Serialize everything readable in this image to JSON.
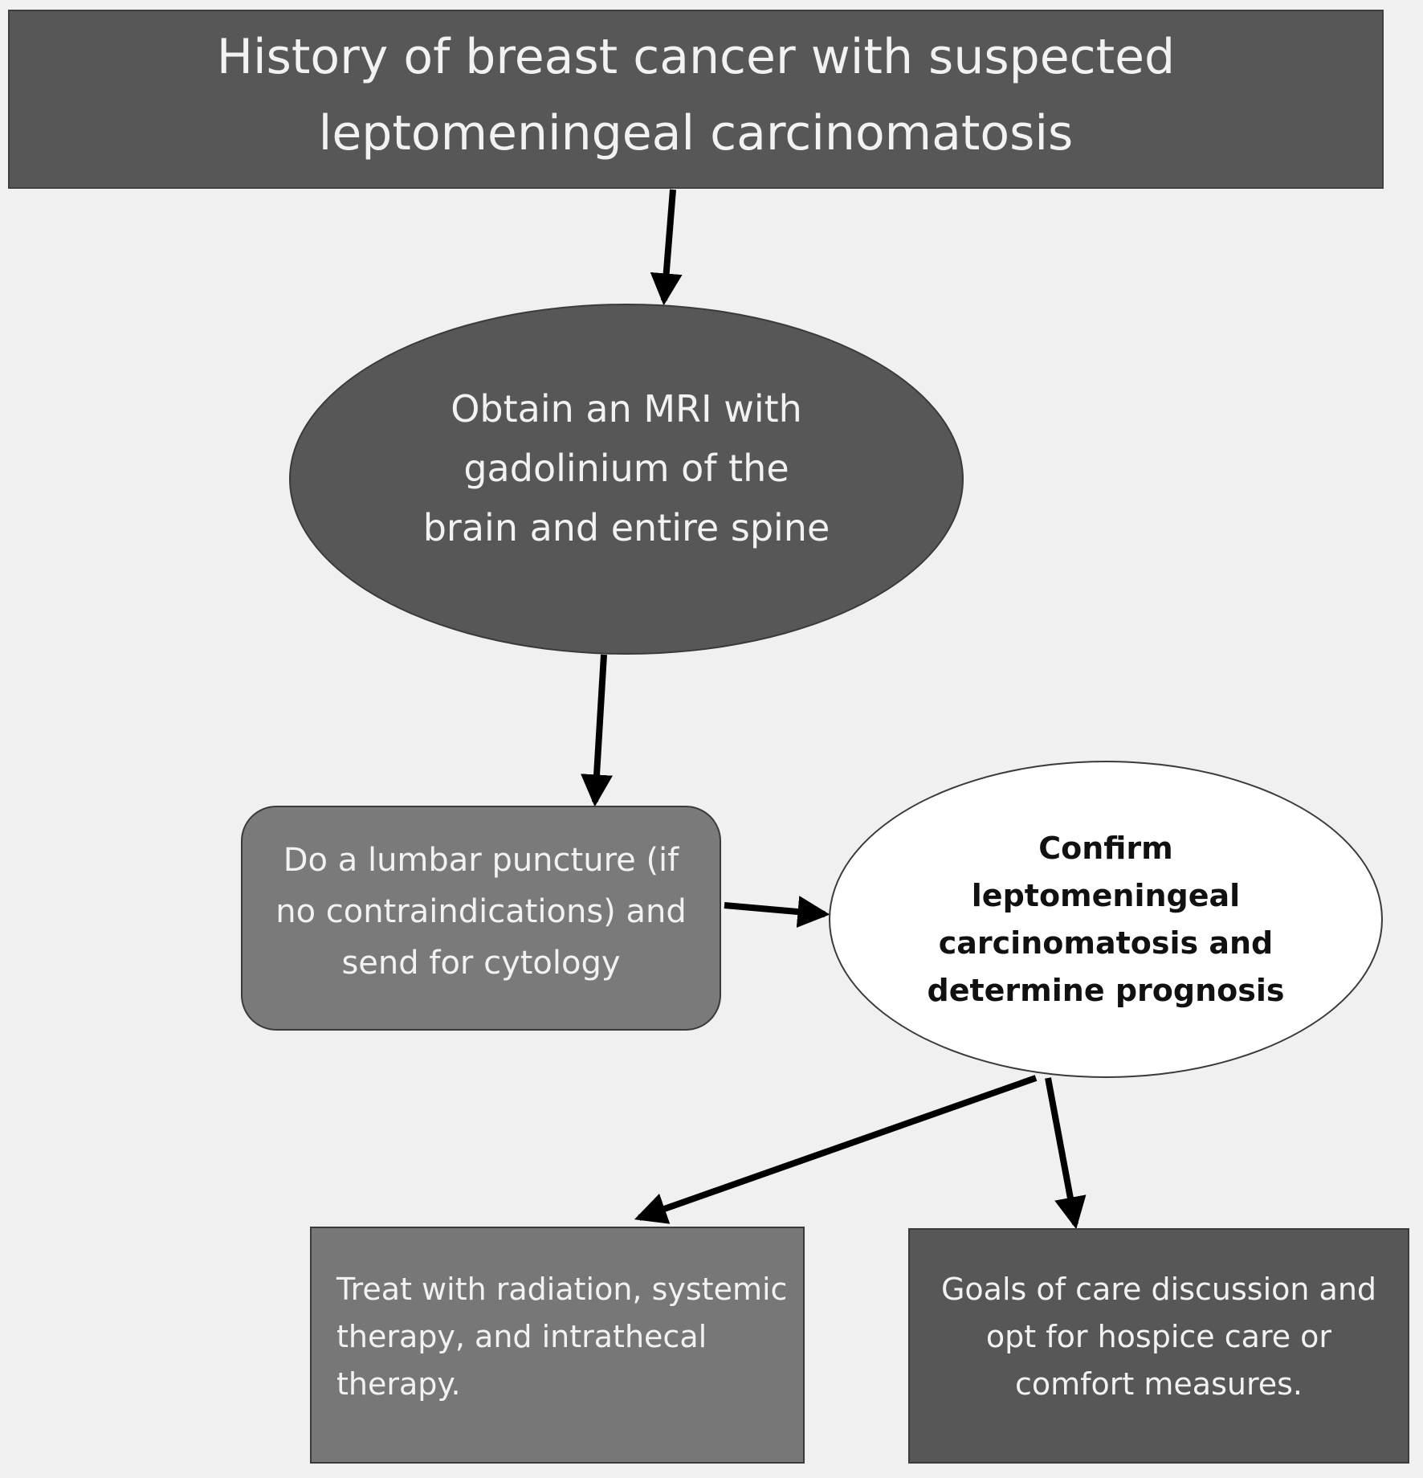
{
  "nodes": {
    "history": {
      "lines": [
        "History of breast cancer with suspected",
        "leptomeningeal carcinomatosis"
      ]
    },
    "mri": {
      "lines": [
        "Obtain an MRI with",
        "gadolinium of the",
        "brain and entire spine"
      ]
    },
    "lumbar": {
      "lines": [
        "Do a lumbar puncture (if",
        "no contraindications) and",
        "send for cytology"
      ]
    },
    "confirm": {
      "lines": [
        "Confirm",
        "leptomeningeal",
        "carcinomatosis and",
        "determine prognosis"
      ]
    },
    "treat": {
      "lines": [
        "Treat with radiation, systemic",
        "therapy, and intrathecal",
        "therapy."
      ]
    },
    "goals": {
      "lines": [
        "Goals of care discussion and",
        "opt for hospice care or",
        "comfort measures."
      ]
    }
  },
  "colors": {
    "dark_fill": "#575757",
    "medium_fill": "#7a7a7a",
    "light_fill": "#ffffff",
    "background": "#f0f0f0",
    "arrow": "#000000"
  }
}
